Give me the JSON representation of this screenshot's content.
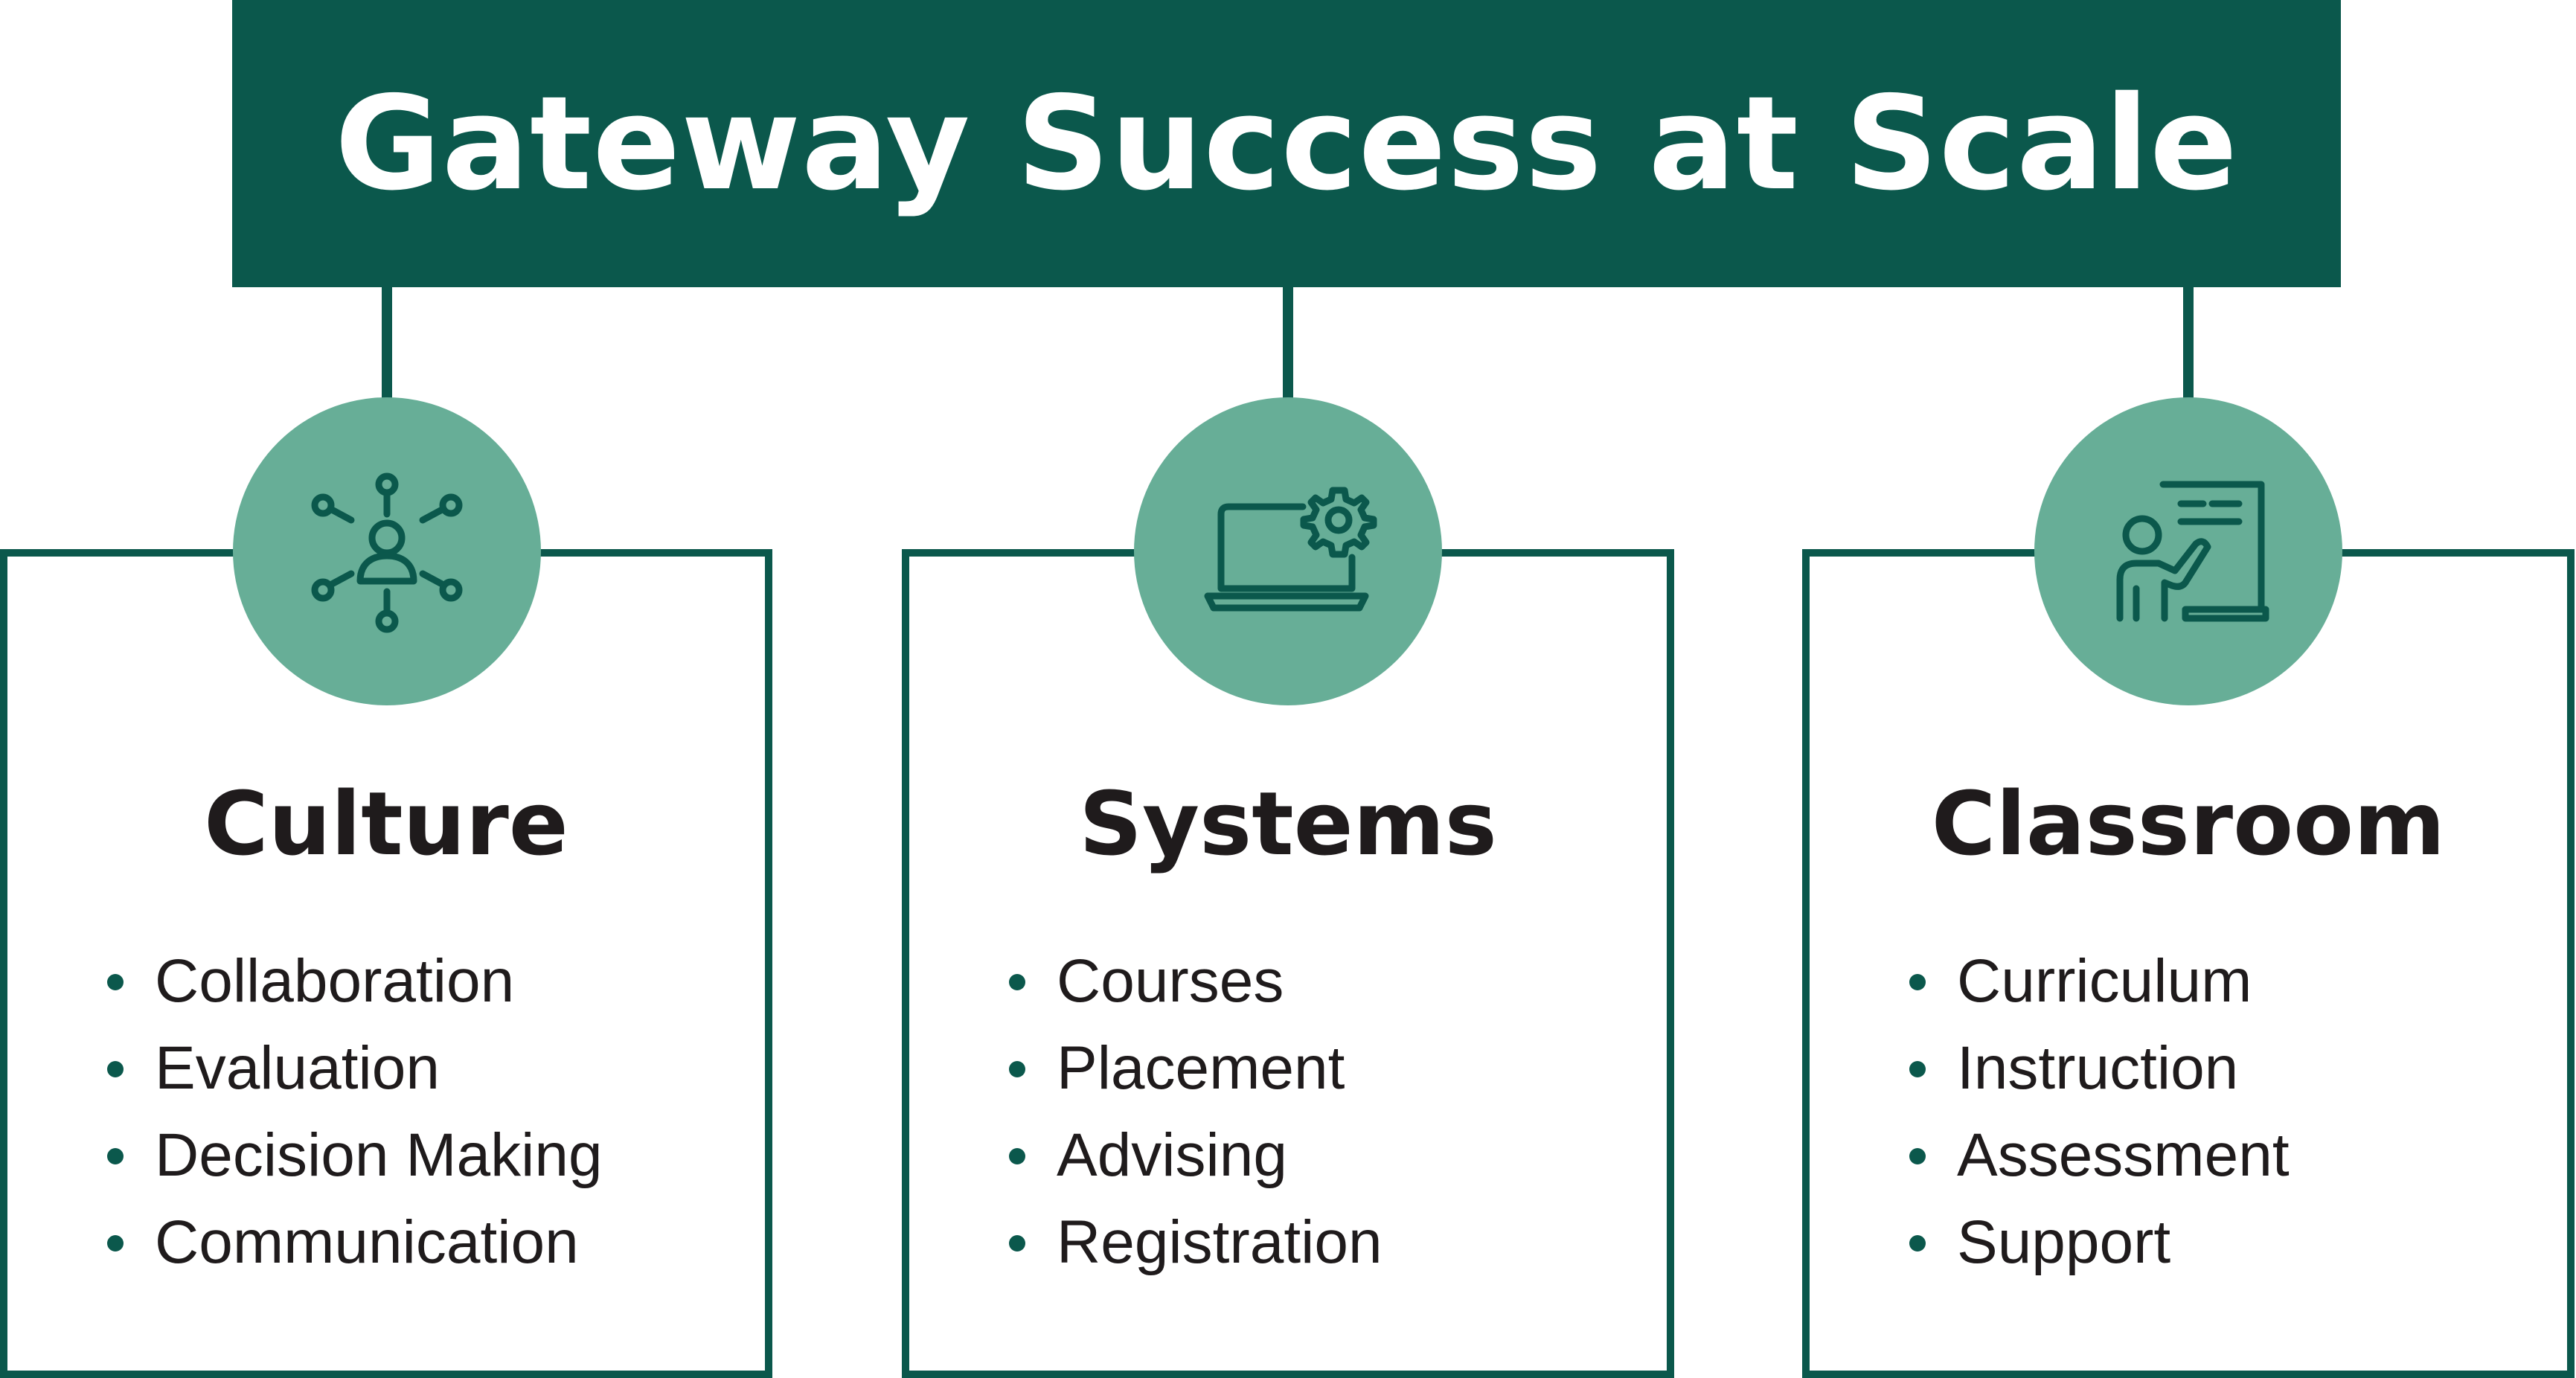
{
  "title": "Gateway Success at Scale",
  "colors": {
    "primary_dark_green": "#0b584c",
    "circle_green": "#67ae97",
    "text_dark": "#1f1b1c",
    "background": "#ffffff"
  },
  "pillars": [
    {
      "title": "Culture",
      "icon": "person-network-icon",
      "items": [
        "Collaboration",
        "Evaluation",
        "Decision Making",
        "Communication"
      ]
    },
    {
      "title": "Systems",
      "icon": "laptop-gear-icon",
      "items": [
        "Courses",
        "Placement",
        "Advising",
        "Registration"
      ]
    },
    {
      "title": "Classroom",
      "icon": "teacher-whiteboard-icon",
      "items": [
        "Curriculum",
        "Instruction",
        "Assessment",
        "Support"
      ]
    }
  ]
}
